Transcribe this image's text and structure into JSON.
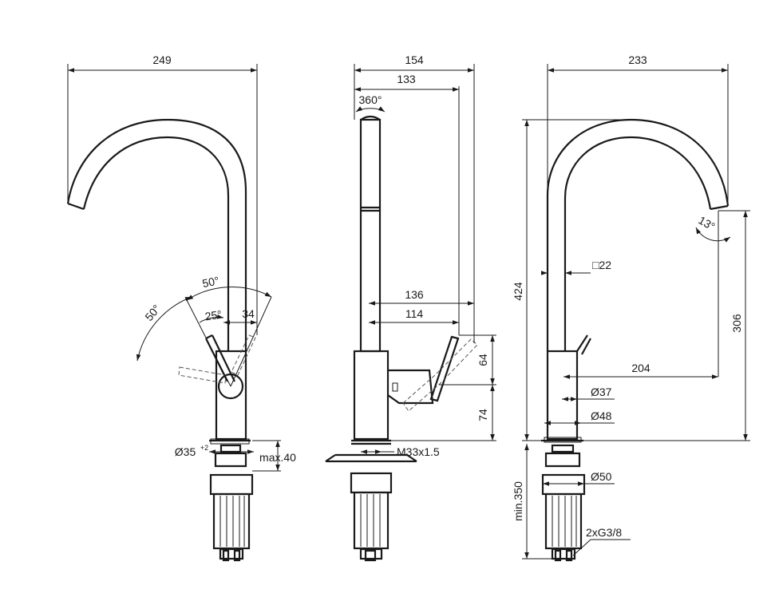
{
  "views": {
    "front": {
      "width": "249",
      "angle_side": "50°",
      "angle_top": "50°",
      "angle_small": "25°",
      "offset": "34",
      "hole_diameter": "Ø35",
      "hole_tolerance": "+2",
      "deck_thickness": "max.40"
    },
    "side": {
      "overall_depth": "154",
      "spout_reach": "133",
      "rotation": "360°",
      "handle_outer": "136",
      "handle_inner": "114",
      "handle_height": "64",
      "base_height": "74",
      "thread": "M33x1.5"
    },
    "profile": {
      "width": "233",
      "total_height": "424",
      "spout_height": "306",
      "spout_angle": "13°",
      "spout_section": "□22",
      "handle_reach": "204",
      "body_diameter": "Ø37",
      "base_diameter": "Ø48",
      "nut_diameter": "Ø50",
      "min_length": "min.350",
      "connections": "2xG3/8"
    }
  }
}
